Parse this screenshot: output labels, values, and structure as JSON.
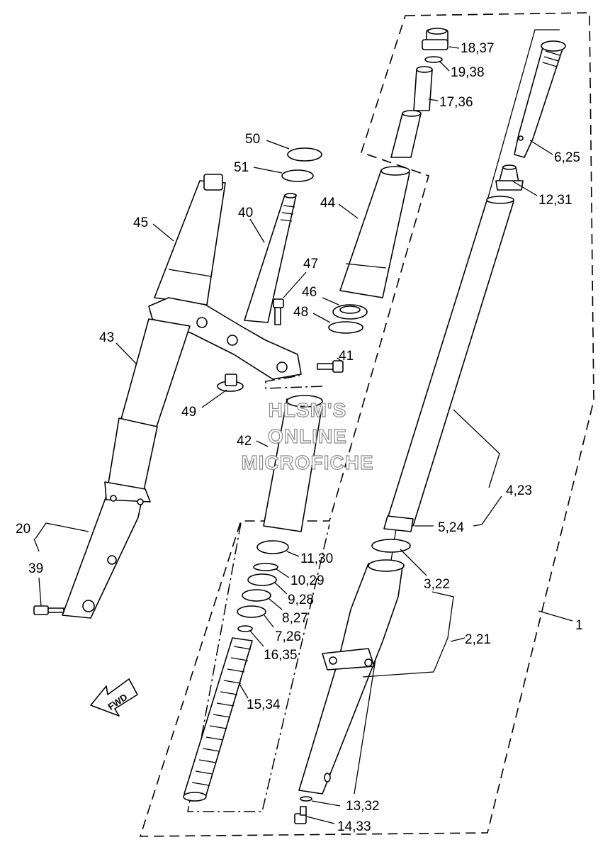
{
  "callouts": [
    {
      "id": "c-18-37",
      "text": "18,37"
    },
    {
      "id": "c-19-38",
      "text": "19,38"
    },
    {
      "id": "c-17-36",
      "text": "17,36"
    },
    {
      "id": "c-6-25",
      "text": "6,25"
    },
    {
      "id": "c-12-31",
      "text": "12,31"
    },
    {
      "id": "c-50",
      "text": "50"
    },
    {
      "id": "c-51",
      "text": "51"
    },
    {
      "id": "c-44",
      "text": "44"
    },
    {
      "id": "c-45",
      "text": "45"
    },
    {
      "id": "c-40",
      "text": "40"
    },
    {
      "id": "c-47",
      "text": "47"
    },
    {
      "id": "c-46",
      "text": "46"
    },
    {
      "id": "c-48",
      "text": "48"
    },
    {
      "id": "c-43",
      "text": "43"
    },
    {
      "id": "c-41",
      "text": "41"
    },
    {
      "id": "c-49",
      "text": "49"
    },
    {
      "id": "c-42",
      "text": "42"
    },
    {
      "id": "c-4-23",
      "text": "4,23"
    },
    {
      "id": "c-5-24",
      "text": "5,24"
    },
    {
      "id": "c-20",
      "text": "20"
    },
    {
      "id": "c-39",
      "text": "39"
    },
    {
      "id": "c-11-30",
      "text": "11,30"
    },
    {
      "id": "c-10-29",
      "text": "10,29"
    },
    {
      "id": "c-9-28",
      "text": "9,28"
    },
    {
      "id": "c-8-27",
      "text": "8,27"
    },
    {
      "id": "c-7-26",
      "text": "7,26"
    },
    {
      "id": "c-16-35",
      "text": "16,35"
    },
    {
      "id": "c-3-22",
      "text": "3,22"
    },
    {
      "id": "c-2-21",
      "text": "2,21"
    },
    {
      "id": "c-1",
      "text": "1"
    },
    {
      "id": "c-15-34",
      "text": "15,34"
    },
    {
      "id": "c-13-32",
      "text": "13,32"
    },
    {
      "id": "c-14-33",
      "text": "14,33"
    }
  ],
  "watermark": [
    "HLSM'S",
    "ONLINE",
    "MICROFICHE"
  ],
  "direction_marker": "FWD"
}
